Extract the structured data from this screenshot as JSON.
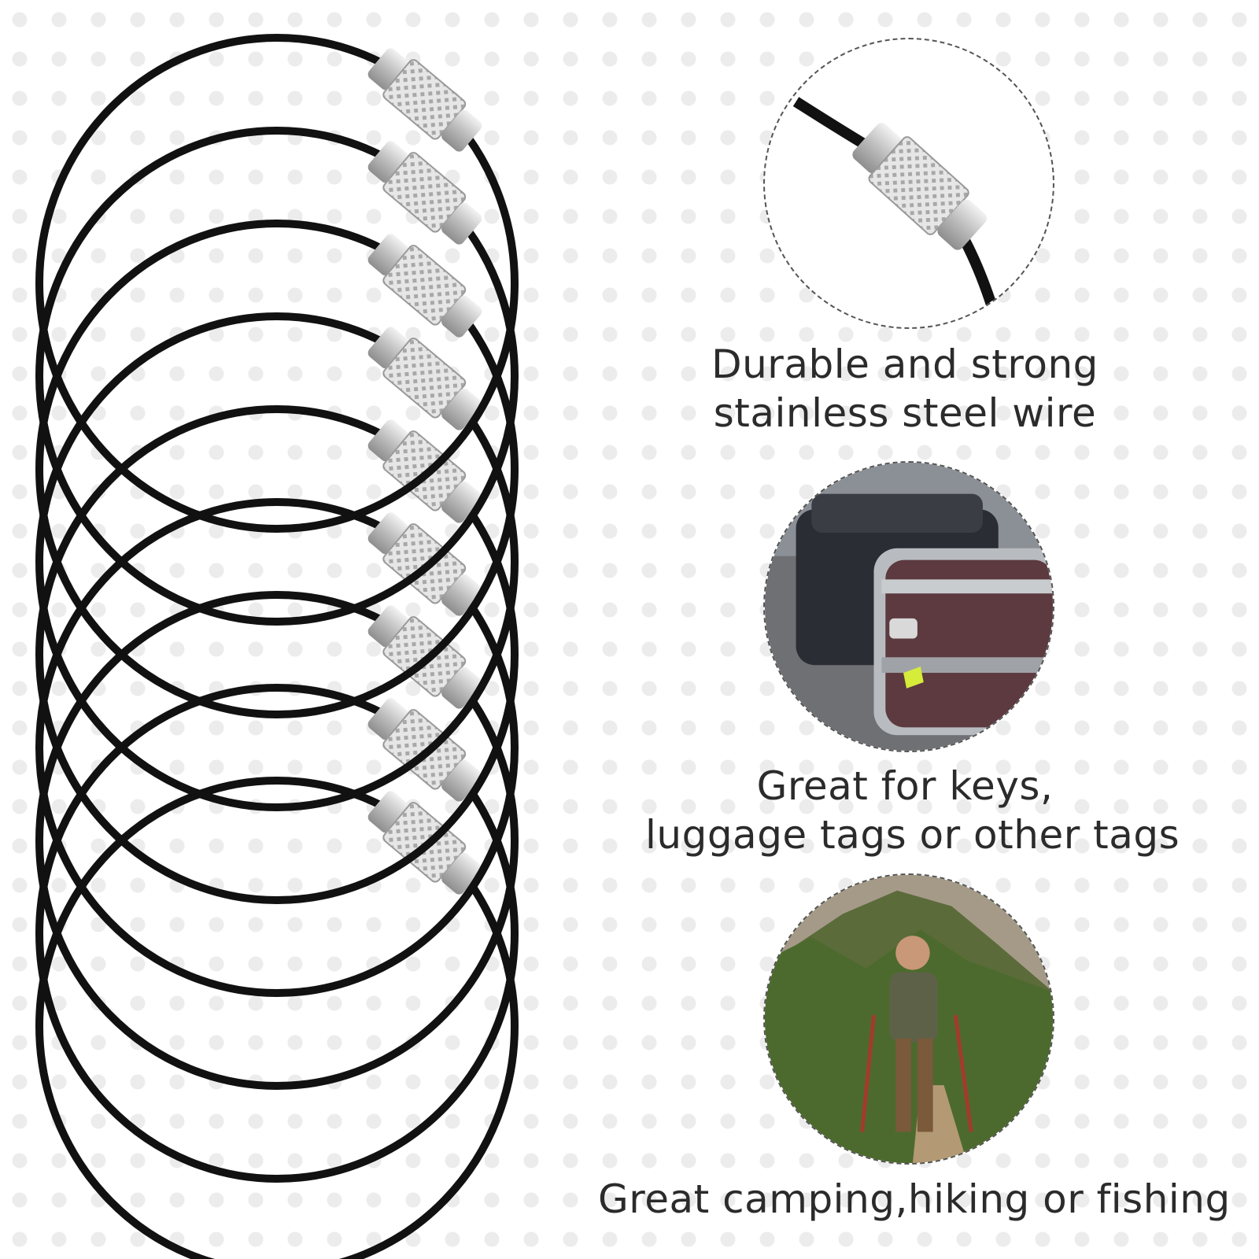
{
  "product": {
    "ring_count": 9,
    "ring_color": "#111111",
    "lock_color": "#c7c7c7"
  },
  "features": [
    {
      "icon": "wire-lock-closeup-image",
      "lines": [
        "Durable and strong",
        "stainless steel wire"
      ]
    },
    {
      "icon": "luggage-photo",
      "lines": [
        "Great for keys,",
        "luggage tags or other tags"
      ]
    },
    {
      "icon": "hiker-photo",
      "lines": [
        "Great camping,hiking or fishing"
      ]
    }
  ]
}
